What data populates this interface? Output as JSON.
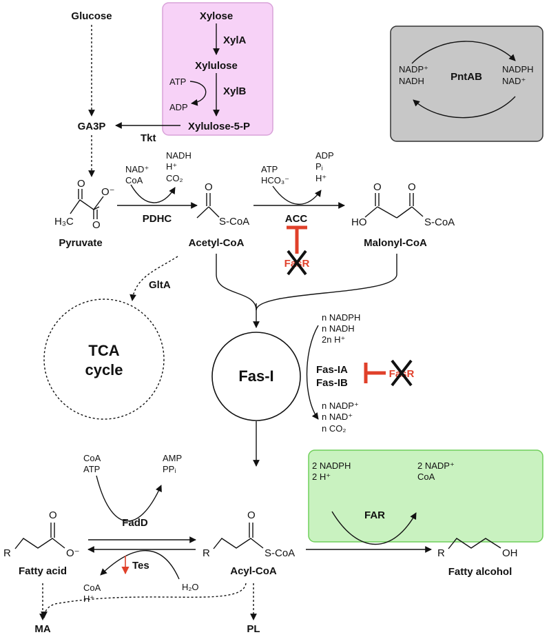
{
  "boxes": {
    "xylose_module": {
      "fill": "#f7d2f7",
      "stroke": "#d9a2d9"
    },
    "pntab_box": {
      "fill": "#c7c7c7",
      "stroke": "#333333"
    },
    "far_box": {
      "fill": "#c9f2c0",
      "stroke": "#6fcf5a"
    }
  },
  "metabolites": {
    "glucose": "Glucose",
    "xylose": "Xylose",
    "xylulose": "Xylulose",
    "xylulose5p": "Xylulose-5-P",
    "ga3p": "GA3P",
    "pyruvate": "Pyruvate",
    "acetyl_coa": "Acetyl-CoA",
    "malonyl_coa": "Malonyl-CoA",
    "acyl_coa": "Acyl-CoA",
    "fatty_acid": "Fatty acid",
    "fatty_alcohol": "Fatty alcohol",
    "ma": "MA",
    "pl": "PL",
    "tca_line1": "TCA",
    "tca_line2": "cycle",
    "fas1": "Fas-I"
  },
  "enzymes": {
    "xyla": "XylA",
    "xylb": "XylB",
    "tkt": "Tkt",
    "pdhc": "PDHC",
    "acc": "ACC",
    "glta": "GltA",
    "fas_ia": "Fas-IA",
    "fas_ib": "Fas-IB",
    "fadd": "FadD",
    "tes": "Tes",
    "far": "FAR",
    "pntab": "PntAB",
    "fasr_1": "FasR",
    "fasr_2": "FasR"
  },
  "cofactors": {
    "atp_xylb": "ATP",
    "adp_xylb": "ADP",
    "pdhc_in_1": "NAD⁺",
    "pdhc_in_2": "CoA",
    "pdhc_out_1": "NADH",
    "pdhc_out_2": "H⁺",
    "pdhc_out_3": "CO₂",
    "acc_in_1": "ATP",
    "acc_in_2": "HCO₃⁻",
    "acc_out_1": "ADP",
    "acc_out_2": "Pᵢ",
    "acc_out_3": "H⁺",
    "fas_in_1": "n NADPH",
    "fas_in_2": "n NADH",
    "fas_in_3": "2n H⁺",
    "fas_out_1": "n NADP⁺",
    "fas_out_2": "n NAD⁺",
    "fas_out_3": "n CO₂",
    "fadd_in_1": "CoA",
    "fadd_in_2": "ATP",
    "fadd_out_1": "AMP",
    "fadd_out_2": "PPᵢ",
    "tes_out_1": "CoA",
    "tes_out_2": "H⁺",
    "tes_in": "H₂O",
    "far_in_1": "2 NADPH",
    "far_in_2": "2 H⁺",
    "far_out_1": "2 NADP⁺",
    "far_out_2": "CoA",
    "pnt_left_1": "NADP⁺",
    "pnt_left_2": "NADH",
    "pnt_right_1": "NADPH",
    "pnt_right_2": "NAD⁺"
  },
  "structure_labels": {
    "pyr_h3c": "H₃C",
    "pyr_o_top": "O",
    "pyr_o_minus": "O⁻",
    "pyr_o_bottom": "O",
    "acetyl_o": "O",
    "acetyl_scoa": "S-CoA",
    "mal_ho": "HO",
    "mal_o1": "O",
    "mal_o2": "O",
    "mal_scoa": "S-CoA",
    "fa_r": "R",
    "fa_o": "O",
    "fa_ominus": "O⁻",
    "acyl_r": "R",
    "acyl_o": "O",
    "acyl_scoa": "S-CoA",
    "falc_r": "R",
    "falc_oh": "OH"
  },
  "colors": {
    "inhibition": "#e0402a",
    "line": "#111111"
  }
}
